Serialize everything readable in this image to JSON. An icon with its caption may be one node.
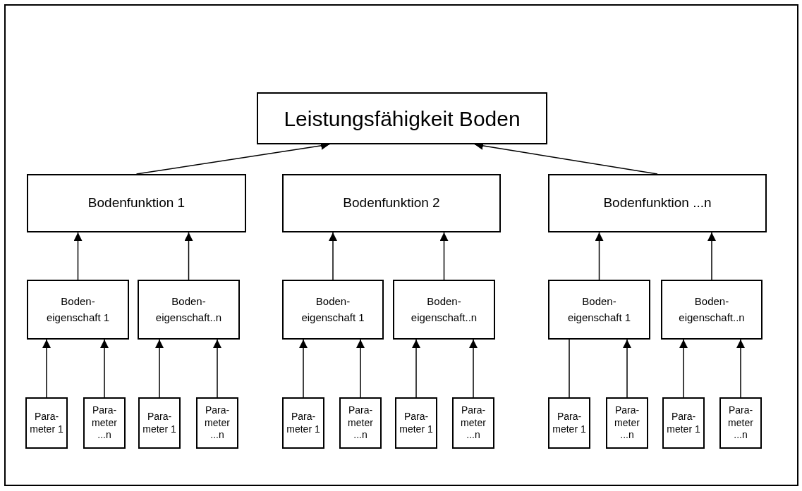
{
  "diagram": {
    "nodes": [
      {
        "text": [
          "Leistungsfähigkeit Boden"
        ]
      },
      {
        "text": [
          "Bodenfunktion 1"
        ]
      },
      {
        "text": [
          "Bodenfunktion 2"
        ]
      },
      {
        "text": [
          "Bodenfunktion ...n"
        ]
      },
      {
        "text": [
          "Boden- eigenschaft 1"
        ]
      },
      {
        "text": [
          "Boden- eigenschaft..n"
        ]
      },
      {
        "text": [
          "Boden- eigenschaft 1"
        ]
      },
      {
        "text": [
          "Boden- eigenschaft..n"
        ]
      },
      {
        "text": [
          "Boden- eigenschaft 1"
        ]
      },
      {
        "text": [
          "Boden- eigenschaft..n"
        ]
      },
      {
        "text": [
          "Para- meter 1"
        ]
      },
      {
        "text": [
          "Para- meter ...n"
        ]
      },
      {
        "text": [
          "Para- meter 1"
        ]
      },
      {
        "text": [
          "Para- meter ...n"
        ]
      },
      {
        "text": [
          "Para- meter 1"
        ]
      },
      {
        "text": [
          "Para- meter ...n"
        ]
      },
      {
        "text": [
          "Para- meter 1"
        ]
      },
      {
        "text": [
          "Para- meter ...n"
        ]
      },
      {
        "text": [
          "Para- meter 1"
        ]
      },
      {
        "text": [
          "Para- meter ...n"
        ]
      },
      {
        "text": [
          "Para- meter 1"
        ]
      },
      {
        "text": [
          "Para- meter ...n"
        ]
      }
    ],
    "edges": [
      {
        "from": 1,
        "to": 0,
        "arrow": "to"
      },
      {
        "from": 3,
        "to": 0,
        "arrow": "to"
      },
      {
        "from": 4,
        "to": 1,
        "arrow": "to"
      },
      {
        "from": 5,
        "to": 1,
        "arrow": "to"
      },
      {
        "from": 6,
        "to": 2,
        "arrow": "to"
      },
      {
        "from": 7,
        "to": 2,
        "arrow": "to"
      },
      {
        "from": 8,
        "to": 3,
        "arrow": "to"
      },
      {
        "from": 9,
        "to": 3,
        "arrow": "to"
      },
      {
        "from": 10,
        "to": 4,
        "arrow": "to"
      },
      {
        "from": 11,
        "to": 4,
        "arrow": "to"
      },
      {
        "from": 12,
        "to": 5,
        "arrow": "to"
      },
      {
        "from": 13,
        "to": 5,
        "arrow": "to"
      },
      {
        "from": 14,
        "to": 6,
        "arrow": "to"
      },
      {
        "from": 15,
        "to": 6,
        "arrow": "to"
      },
      {
        "from": 16,
        "to": 7,
        "arrow": "to"
      },
      {
        "from": 17,
        "to": 7,
        "arrow": "to"
      },
      {
        "from": 18,
        "to": 8,
        "arrow": "none"
      },
      {
        "from": 19,
        "to": 8,
        "arrow": "to"
      },
      {
        "from": 20,
        "to": 9,
        "arrow": "to"
      },
      {
        "from": 21,
        "to": 9,
        "arrow": "to"
      }
    ]
  }
}
